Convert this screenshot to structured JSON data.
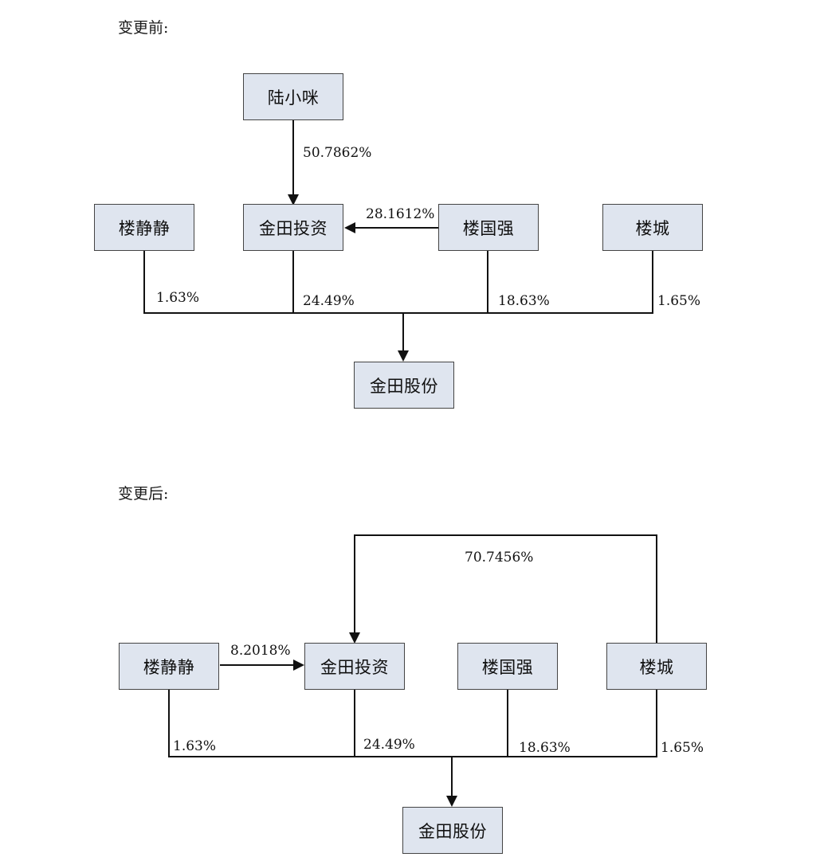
{
  "before": {
    "label": "变更前:",
    "nodes": {
      "lu_xiaomi": "陆小咪",
      "lou_jingjing": "楼静静",
      "jintian_touzi": "金田投资",
      "lou_guoqiang": "楼国强",
      "lou_cheng": "楼城",
      "jintian_gufen": "金田股份"
    },
    "edges": {
      "lu_xiaomi_to_jintian_touzi": "50.7862%",
      "lou_guoqiang_to_jintian_touzi": "28.1612%",
      "lou_jingjing_to_gufen": "1.63%",
      "jintian_touzi_to_gufen": "24.49%",
      "lou_guoqiang_to_gufen": "18.63%",
      "lou_cheng_to_gufen": "1.65%"
    }
  },
  "after": {
    "label": "变更后:",
    "nodes": {
      "lou_jingjing": "楼静静",
      "jintian_touzi": "金田投资",
      "lou_guoqiang": "楼国强",
      "lou_cheng": "楼城",
      "jintian_gufen": "金田股份"
    },
    "edges": {
      "lou_cheng_to_jintian_touzi": "70.7456%",
      "lou_jingjing_to_jintian_touzi": "8.2018%",
      "lou_jingjing_to_gufen": "1.63%",
      "jintian_touzi_to_gufen": "24.49%",
      "lou_guoqiang_to_gufen": "18.63%",
      "lou_cheng_to_gufen": "1.65%"
    }
  },
  "colors": {
    "node_fill": "#dfe5ef",
    "node_border": "#444444",
    "line": "#111111",
    "text": "#111111"
  }
}
